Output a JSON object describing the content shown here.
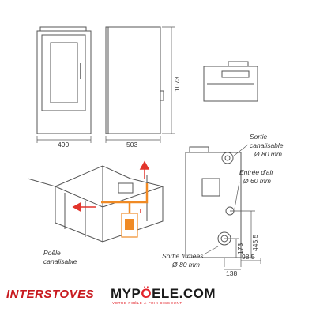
{
  "dimensions": {
    "front_width": "490",
    "side_depth": "503",
    "height": "1073",
    "dim_445": "445,5",
    "dim_173": "173",
    "dim_98": "98,5",
    "dim_138": "138"
  },
  "labels": {
    "sortie_canalisable_1": "Sortie",
    "sortie_canalisable_2": "canalisable",
    "sortie_canalisable_3": "Ø 80 mm",
    "entree_air_1": "Entrée d'air",
    "entree_air_2": "Ø 60 mm",
    "poele_canalisable_1": "Poêle",
    "poele_canalisable_2": "canalisable",
    "sortie_fumees_1": "Sortie fumées",
    "sortie_fumees_2": "Ø 80 mm"
  },
  "branding": {
    "interstoves_a": "INTER",
    "interstoves_b": "STOVES",
    "mypoele_a": "MYP",
    "mypoele_b": "Ö",
    "mypoele_c": "ELE.COM",
    "tagline": "VOTRE POÊLE À PRIX DISCOUNT"
  },
  "colors": {
    "line": "#555555",
    "arrow_red": "#e2342b",
    "stove_orange": "#f08a24",
    "brand_red": "#c8191e"
  }
}
